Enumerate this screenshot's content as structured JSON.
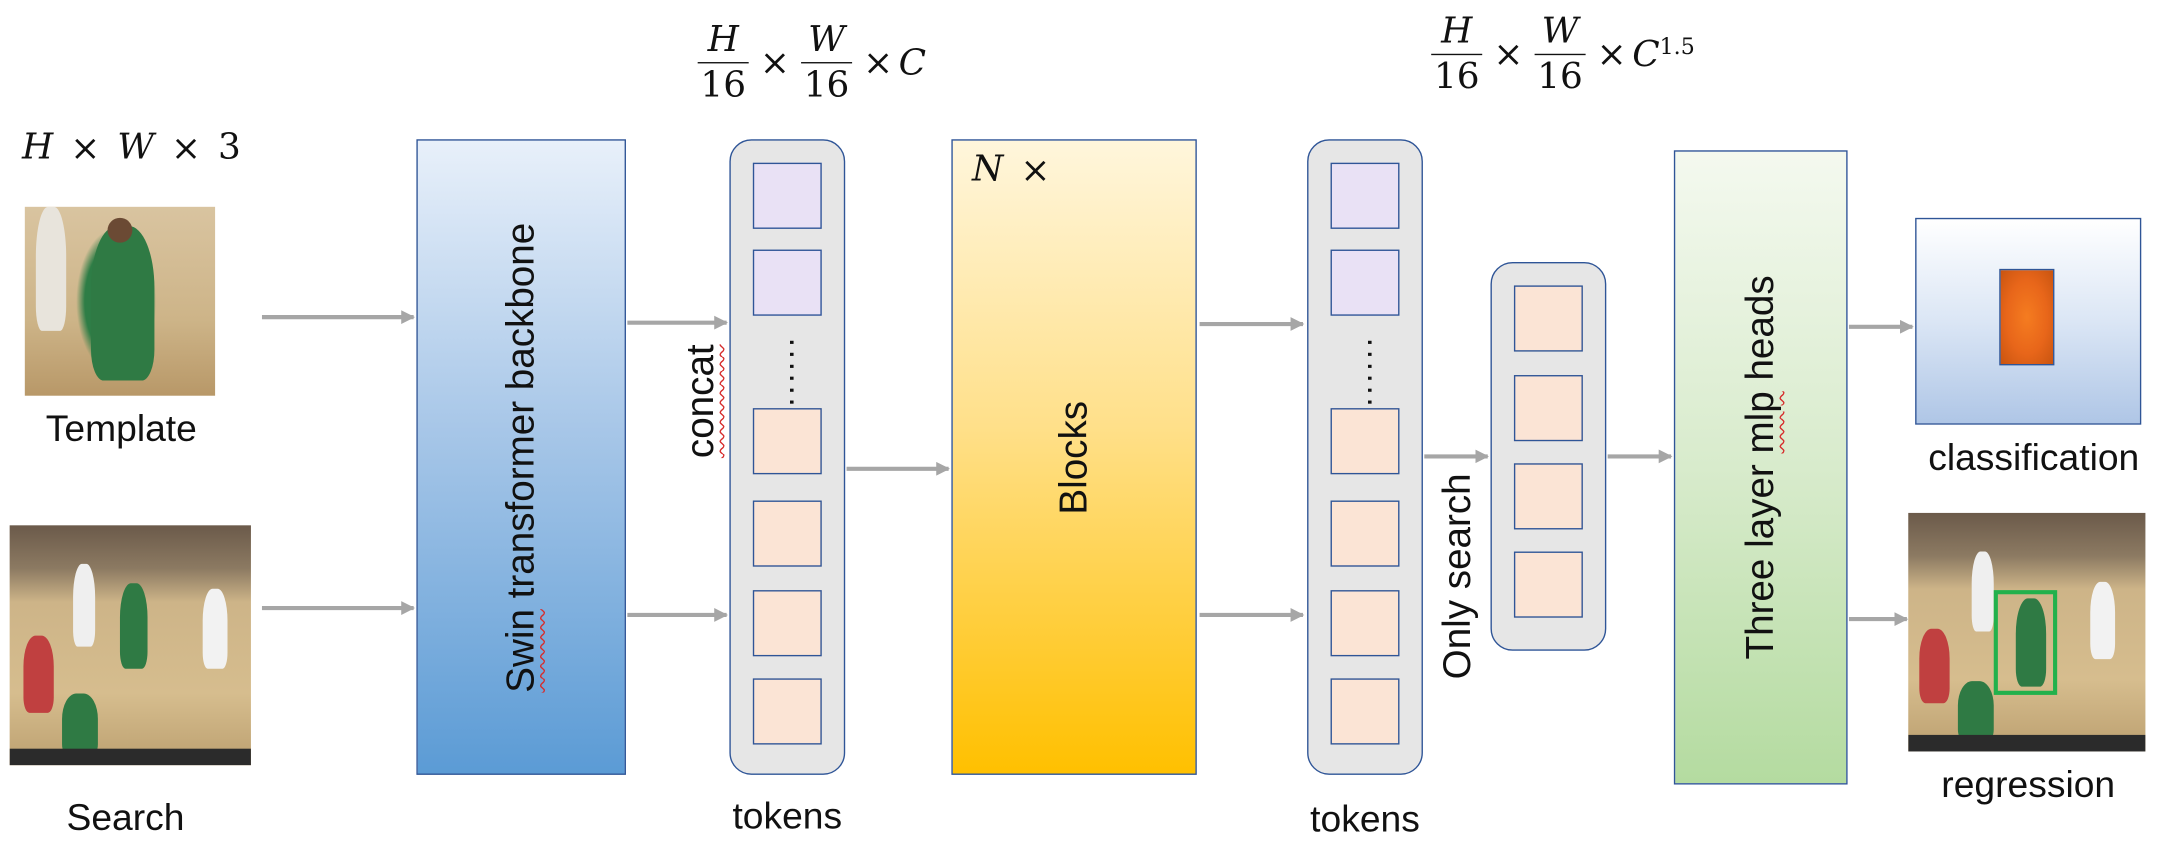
{
  "input_dim": {
    "h": "H",
    "times1": "×",
    "w": "W",
    "times2": "×",
    "c": "3"
  },
  "inputs": {
    "template_label": "Template",
    "search_label": "Search"
  },
  "backbone": {
    "label_prefix": "Swin",
    "label_rest": " transformer backbone"
  },
  "concat_label": "concat",
  "dim_after_backbone": {
    "num1": "H",
    "den1": "16",
    "times1": "×",
    "num2": "W",
    "den2": "16",
    "times2": "×",
    "c": "C"
  },
  "tokens_label_1": "tokens",
  "tokens_dots": "......",
  "blocks": {
    "repeat": "N",
    "times": "×",
    "label": "Blocks"
  },
  "dim_after_blocks": {
    "num1": "H",
    "den1": "16",
    "times1": "×",
    "num2": "W",
    "den2": "16",
    "times2": "×",
    "c": "C",
    "exp": "1.5"
  },
  "tokens_label_2": "tokens",
  "only_search_label": "Only search",
  "heads": {
    "label_prefix": "Three layer ",
    "label_squiggle": "mlp",
    "label_rest": " heads"
  },
  "outputs": {
    "classification_label": "classification",
    "regression_label": "regression"
  },
  "colors": {
    "box_border": "#2f5597",
    "arrow": "#a6a6a6",
    "template_token": "#e9e1f5",
    "search_token": "#fbe4d5",
    "score_map_peak": "#e8661a",
    "bbox": "#22b14c"
  },
  "icons": {
    "template_image": "player-photo",
    "search_image": "court-photo",
    "regression_image": "court-photo-with-bbox"
  }
}
